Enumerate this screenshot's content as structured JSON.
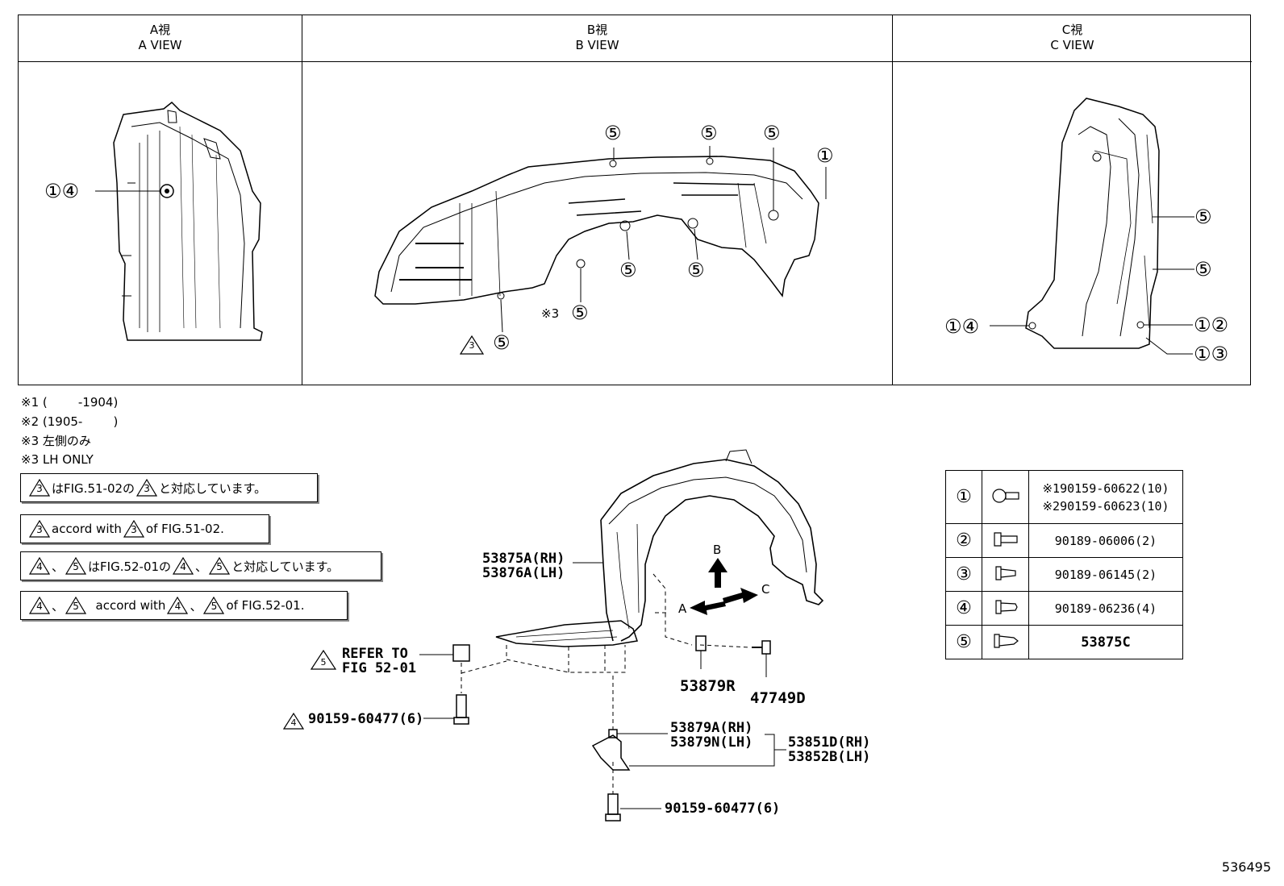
{
  "views": [
    {
      "jp": "A視",
      "en": "A VIEW"
    },
    {
      "jp": "B視",
      "en": "B VIEW"
    },
    {
      "jp": "C視",
      "en": "C VIEW"
    }
  ],
  "callouts": {
    "a_14": "①④",
    "b_5": "⑤",
    "b_1": "①",
    "b_note3": "※3",
    "b_tri": "3",
    "c_5": "⑤",
    "c_14": "①④",
    "c_12": "①②",
    "c_13": "①③"
  },
  "notes": [
    "※1 (        -1904)",
    "※2 (1905-        )",
    "※3 左側のみ",
    "※3 LH ONLY"
  ],
  "boxes": [
    {
      "t1": "3",
      "a": "はFIG.51-02の",
      "t2": "3",
      "b": "と対応しています。"
    },
    {
      "t1": "3",
      "a": "accord with",
      "t2": "3",
      "b": "of FIG.51-02."
    },
    {
      "t1": "4",
      "sep": "、",
      "t1b": "5",
      "a": "はFIG.52-01の",
      "t2": "4",
      "sep2": "、",
      "t2b": "5",
      "b": "と対応しています。"
    },
    {
      "t1": "4",
      "sep": "、",
      "t1b": "5",
      "a": "  accord with",
      "t2": "4",
      "sep2": "、",
      "t2b": "5",
      "b": "of FIG.52-01."
    }
  ],
  "main_labels": {
    "liner_rh": "53875A(RH)",
    "liner_lh": "53876A(LH)",
    "refer": "REFER TO",
    "fig": "FIG 52-01",
    "refer_tri": "5",
    "screw_tri": "4",
    "screw_top": "90159-60477(6)",
    "p53879r": "53879R",
    "p47749d": "47749D",
    "p53879a": "53879A(RH)",
    "p53879n": "53879N(LH)",
    "p53851d": "53851D(RH)",
    "p53852b": "53852B(LH)",
    "screw_bottom": "90159-60477(6)",
    "arrow_a": "A",
    "arrow_b": "B",
    "arrow_c": "C"
  },
  "legend": [
    {
      "num": "①",
      "icon": "screw-icon",
      "pn1": "※190159-60622(10)",
      "pn2": "※290159-60623(10)"
    },
    {
      "num": "②",
      "icon": "clip-icon",
      "pn1": "90189-06006(2)"
    },
    {
      "num": "③",
      "icon": "clip-icon",
      "pn1": "90189-06145(2)"
    },
    {
      "num": "④",
      "icon": "clip-icon",
      "pn1": "90189-06236(4)"
    },
    {
      "num": "⑤",
      "icon": "clip-icon",
      "pn1": "53875C"
    }
  ],
  "figure_id": "536495"
}
